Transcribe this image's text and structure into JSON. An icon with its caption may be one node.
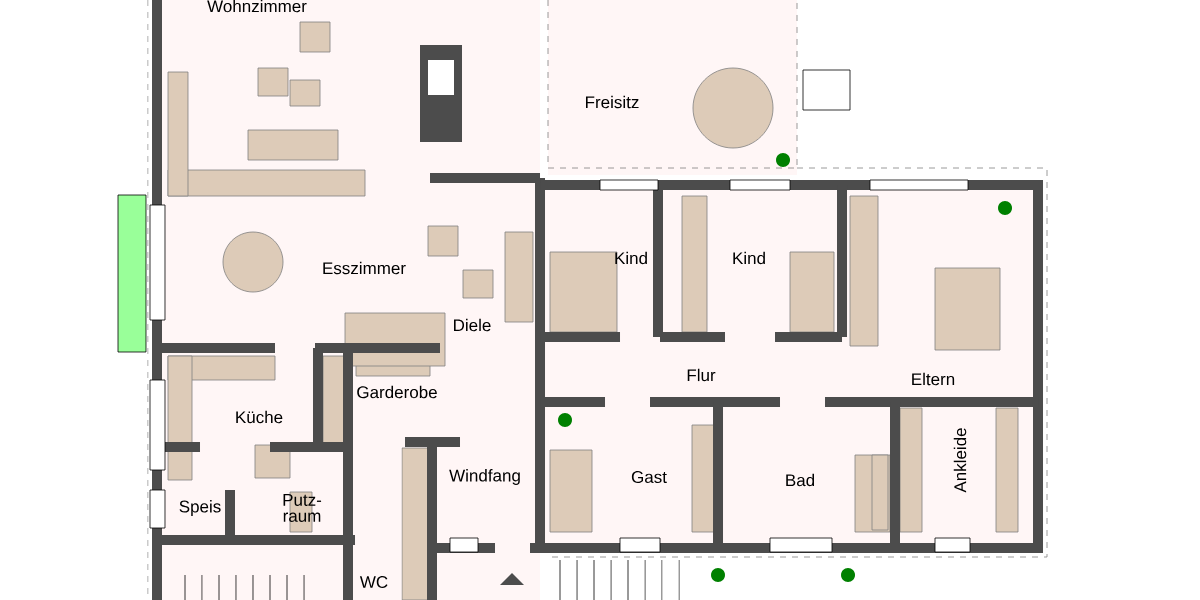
{
  "diagram": {
    "labels": [
      "Wohnzimmer",
      "Freisitz",
      "Kind",
      "Kind",
      "Esszimmer",
      "Diele",
      "Flur",
      "Eltern",
      "Garderobe",
      "Küche",
      "Windfang",
      "Gast",
      "Bad",
      "Ankleide",
      "Speis",
      "Putz- raum",
      "WC"
    ]
  }
}
